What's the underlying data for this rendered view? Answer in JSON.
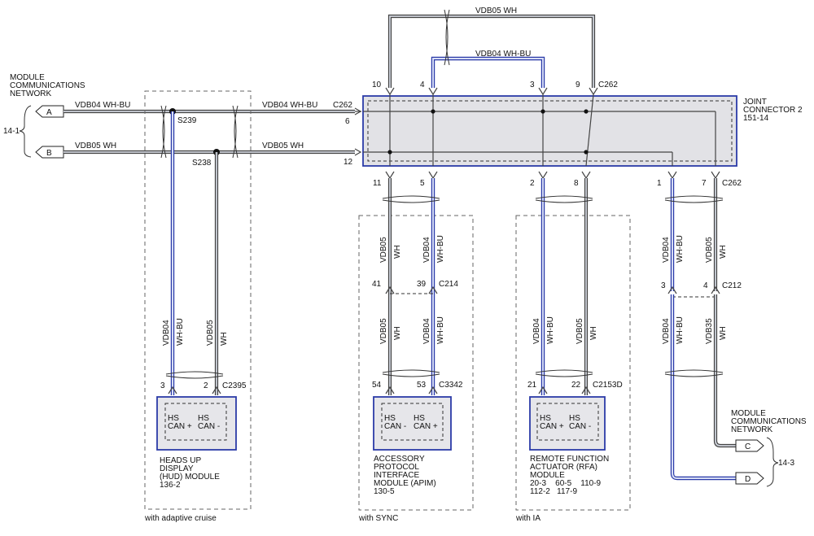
{
  "network_left": {
    "line1": "MODULE",
    "line2": "COMMUNICATIONS",
    "line3": "NETWORK",
    "ref": "14-1"
  },
  "network_right": {
    "line1": "MODULE",
    "line2": "COMMUNICATIONS",
    "line3": "NETWORK",
    "ref": "14-3"
  },
  "connectors": {
    "A": "A",
    "B": "B",
    "C": "C",
    "D": "D"
  },
  "circuits": {
    "vdb04": "VDB04",
    "vdb05": "VDB05",
    "whbu": "WH-BU",
    "wh": "WH",
    "vdb04_whbu": "VDB04   WH-BU",
    "vdb05_wh": "VDB05   WH",
    "vdb05_vert_alt": "VDB35"
  },
  "splices": {
    "s239": "S239",
    "s238": "S238"
  },
  "joint_connector": {
    "line1": "JOINT",
    "line2": "CONNECTOR 2",
    "line3": "151-14",
    "c262": "C262"
  },
  "pins": {
    "p10": "10",
    "p4": "4",
    "p3": "3",
    "p9": "9",
    "p6": "6",
    "p12": "12",
    "p11": "11",
    "p5": "5",
    "p2": "2",
    "p8": "8",
    "p1": "1",
    "p7": "7",
    "p41": "41",
    "p39": "39",
    "p54": "54",
    "p53": "53",
    "p21": "21",
    "p22": "22",
    "p3b": "3",
    "p4b": "4",
    "hud3": "3",
    "hud2": "2"
  },
  "connector_ids": {
    "c214": "C214",
    "c212": "C212",
    "c3342": "C3342",
    "c2153d": "C2153D",
    "c2395": "C2395",
    "c262a": "C262",
    "c262b": "C262",
    "c262c": "C262"
  },
  "modules": {
    "hud": {
      "lines": [
        "HEADS UP",
        "DISPLAY",
        "(HUD) MODULE",
        "136-2"
      ],
      "pin_a": "HS",
      "pin_a2": "CAN +",
      "pin_b": "HS",
      "pin_b2": "CAN -",
      "option": "with adaptive cruise"
    },
    "apim": {
      "lines": [
        "ACCESSORY",
        "PROTOCOL",
        "INTERFACE",
        "MODULE (APIM)",
        "130-5"
      ],
      "pin_a": "HS",
      "pin_a2": "CAN -",
      "pin_b": "HS",
      "pin_b2": "CAN +",
      "option": "with SYNC"
    },
    "rfa": {
      "lines": [
        "REMOTE FUNCTION",
        "ACTUATOR (RFA)",
        "MODULE",
        "20-3    60-5    110-9",
        "112-2   117-9"
      ],
      "pin_a": "HS",
      "pin_a2": "CAN +",
      "pin_b": "HS",
      "pin_b2": "CAN -",
      "option": "with IA"
    }
  }
}
